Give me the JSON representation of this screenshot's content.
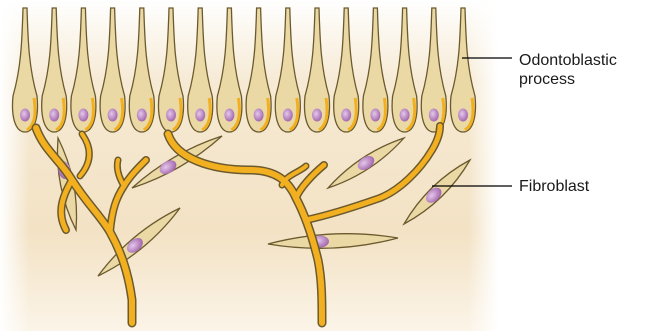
{
  "labels": {
    "odontoblastic_line1": "Odontoblastic",
    "odontoblastic_line2": "process",
    "fibroblast": "Fibroblast"
  },
  "colors": {
    "background_tint": "#f3e2c4",
    "cell_fill": "#ead8a5",
    "cell_stroke": "#6b5a2e",
    "process_fill": "#f2b020",
    "nucleus": "#a86ab3",
    "leader_line": "#000000"
  }
}
